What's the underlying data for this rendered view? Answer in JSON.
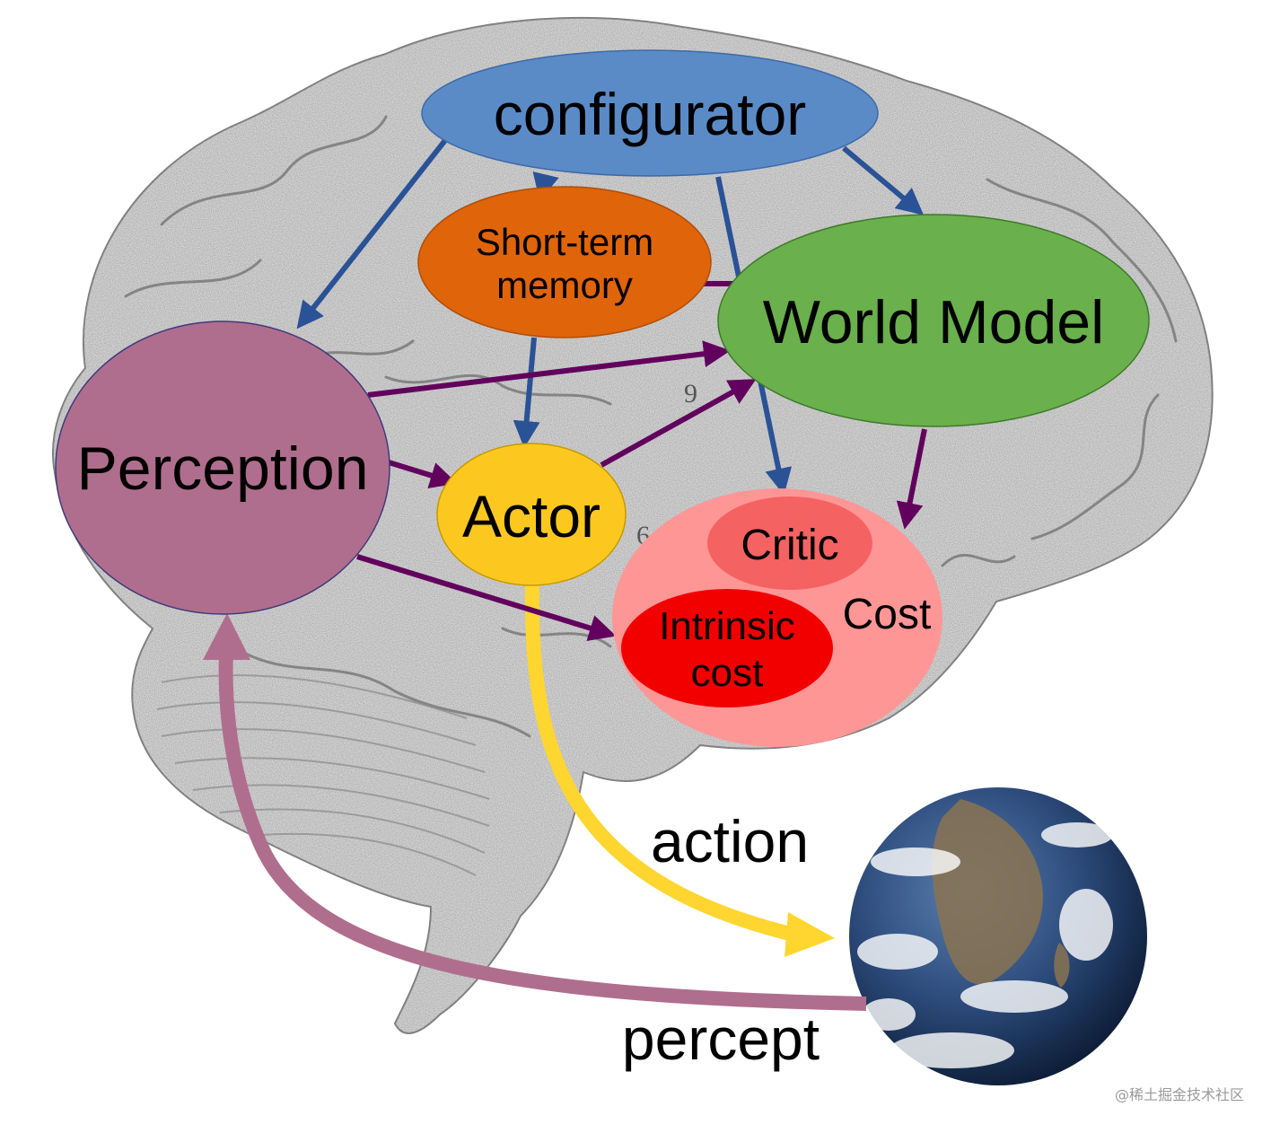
{
  "modules": {
    "configurator": "configurator",
    "short_term_memory": [
      "Short-term",
      "memory"
    ],
    "world_model": "World Model",
    "perception": "Perception",
    "actor": "Actor",
    "critic": "Critic",
    "cost": "Cost",
    "intrinsic_cost": [
      "Intrinsic",
      "cost"
    ]
  },
  "flows": {
    "action": "action",
    "percept": "percept"
  },
  "brain_area_number_9": "9",
  "brain_area_number_6": "6",
  "watermark": "@稀土掘金技术社区",
  "colors": {
    "configurator": "#5b8bc7",
    "short_term_memory": "#e0640a",
    "world_model": "#6ab04c",
    "perception": "#b06e8e",
    "actor": "#fcc820",
    "cost": "#ff9696",
    "critic": "#f56262",
    "intrinsic_cost": "#f20000",
    "config_arrows": "#2a5296",
    "purple_arrows": "#62005e",
    "action_arrow": "#ffd530",
    "percept_arrow": "#b06e8e"
  },
  "icons": {
    "background": "brain-sketch",
    "environment": "earth-globe"
  }
}
